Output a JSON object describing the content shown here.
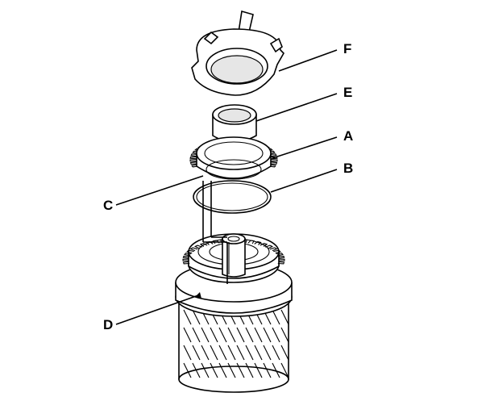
{
  "callouts": {
    "a": "A",
    "b": "B",
    "c": "C",
    "d": "D",
    "e": "E",
    "f": "F"
  },
  "parts": [
    {
      "callout": "F",
      "name": "thrust-washer-icon"
    },
    {
      "callout": "E",
      "name": "collar-icon"
    },
    {
      "callout": "A",
      "name": "gear-icon"
    },
    {
      "callout": "B",
      "name": "snap-ring-icon"
    },
    {
      "callout": "C",
      "name": "gear-teeth-icon"
    },
    {
      "callout": "D",
      "name": "shaft-icon"
    }
  ],
  "colors": {
    "line": "#000000",
    "background": "#ffffff",
    "shade": "#e6e6e6"
  }
}
